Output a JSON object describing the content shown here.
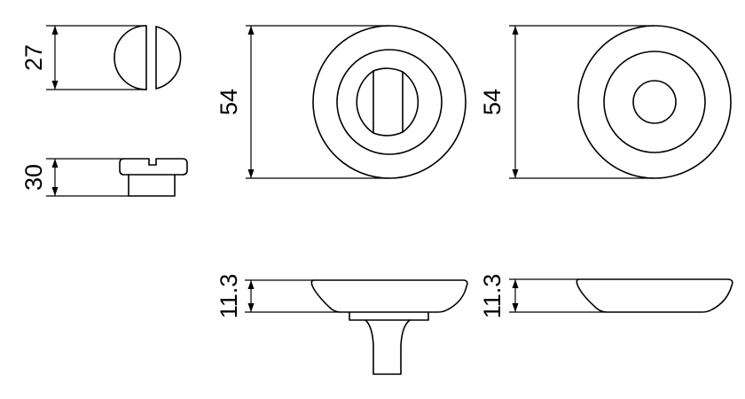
{
  "dimensions": {
    "knob_front_height": "27",
    "knob_side_height": "30",
    "rosette_thumbturn_diameter": "54",
    "rosette_blank_diameter": "54",
    "rosette_thumbturn_thickness": "11.3",
    "rosette_blank_thickness": "11.3"
  }
}
